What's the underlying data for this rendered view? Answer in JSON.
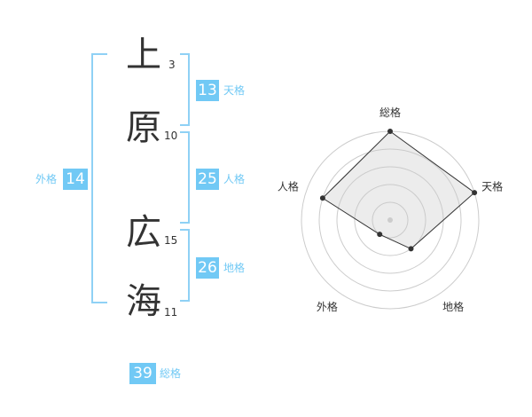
{
  "name": {
    "chars": [
      {
        "char": "上",
        "strokes": "3"
      },
      {
        "char": "原",
        "strokes": "10"
      },
      {
        "char": "広",
        "strokes": "15"
      },
      {
        "char": "海",
        "strokes": "11"
      }
    ]
  },
  "fortunes": {
    "tenkaku": {
      "value": "13",
      "label": "天格"
    },
    "jinkaku": {
      "value": "25",
      "label": "人格"
    },
    "chikaku": {
      "value": "26",
      "label": "地格"
    },
    "gaikaku": {
      "value": "14",
      "label": "外格"
    },
    "soukaku": {
      "value": "39",
      "label": "総格"
    }
  },
  "colors": {
    "accent": "#71c9f5",
    "bracket": "#8fd1f5",
    "text": "#333333"
  },
  "chart_data": {
    "type": "radar",
    "axes": [
      "総格",
      "天格",
      "地格",
      "外格",
      "人格"
    ],
    "values": [
      5,
      5,
      2,
      1,
      4
    ],
    "rlim": [
      0,
      5
    ],
    "grid": true
  }
}
